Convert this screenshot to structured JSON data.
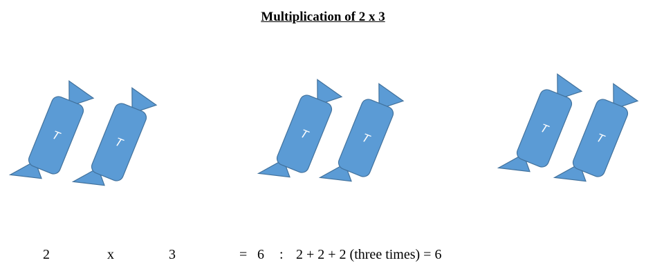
{
  "title": "Multiplication of 2 x 3",
  "colors": {
    "candy_fill": "#5b9bd5",
    "candy_stroke": "#41719c",
    "candy_text": "#ffffff"
  },
  "candy_label": "T",
  "groups": [
    {
      "candies": [
        "T",
        "T"
      ]
    },
    {
      "candies": [
        "T",
        "T"
      ]
    },
    {
      "candies": [
        "T",
        "T"
      ]
    }
  ],
  "equation": {
    "a": "2",
    "op": "x",
    "b": "3",
    "equals": "=",
    "result": "6",
    "colon": ":",
    "explanation": "2 + 2 + 2 (three times) = 6"
  }
}
